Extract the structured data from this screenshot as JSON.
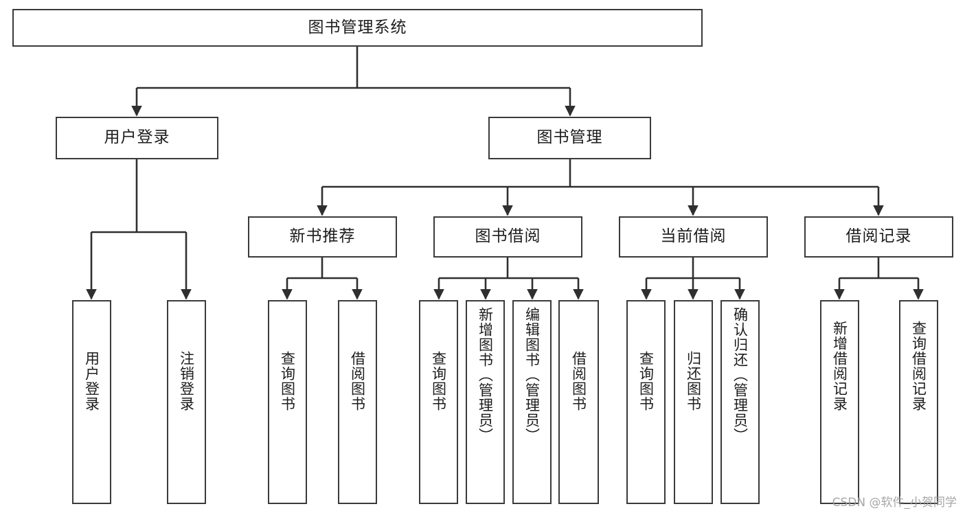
{
  "diagram": {
    "title": "图书管理系统",
    "type": "tree-hierarchy-chart",
    "colors": {
      "box_border": "#3a3a3a",
      "box_fill": "#ffffff",
      "connector": "#2f2f2f",
      "text": "#1c1c1c",
      "watermark": "#9a9a9a",
      "background": "#ffffff"
    }
  },
  "root": {
    "label": "图书管理系统"
  },
  "level2": [
    {
      "label": "用户登录"
    },
    {
      "label": "图书管理"
    }
  ],
  "level3": [
    {
      "label": "新书推荐"
    },
    {
      "label": "图书借阅"
    },
    {
      "label": "当前借阅"
    },
    {
      "label": "借阅记录"
    }
  ],
  "leaves": {
    "user_login": [
      {
        "label": "用户登录"
      },
      {
        "label": "注销登录"
      }
    ],
    "new_book_recommend": [
      {
        "label": "查询图书"
      },
      {
        "label": "借阅图书"
      }
    ],
    "book_borrow": [
      {
        "label": "查询图书"
      },
      {
        "label": "新增图书（管理员）"
      },
      {
        "label": "编辑图书（管理员）"
      },
      {
        "label": "借阅图书"
      }
    ],
    "current_borrow": [
      {
        "label": "查询图书"
      },
      {
        "label": "归还图书"
      },
      {
        "label": "确认归还（管理员）"
      }
    ],
    "borrow_record": [
      {
        "label": "新增借阅记录"
      },
      {
        "label": "查询借阅记录"
      }
    ]
  },
  "watermark": {
    "text": "CSDN @软件_小贺同学"
  }
}
